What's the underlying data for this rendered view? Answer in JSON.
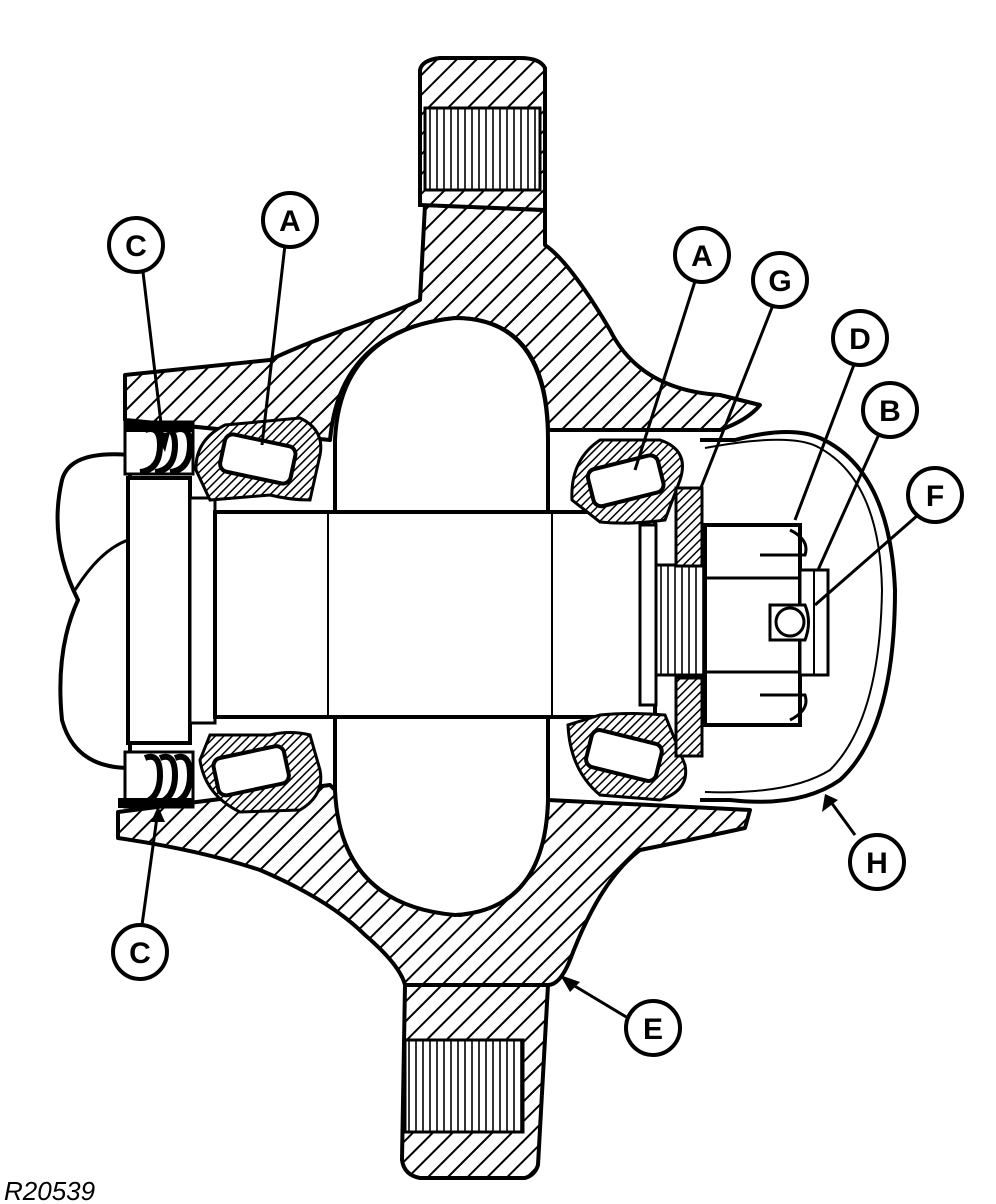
{
  "figure_id": "R20539",
  "callouts": {
    "a_left": "A",
    "a_right": "A",
    "b": "B",
    "c_top": "C",
    "c_bottom": "C",
    "d": "D",
    "e": "E",
    "f": "F",
    "g": "G",
    "h": "H"
  },
  "colors": {
    "ink": "#000000",
    "paper": "#ffffff"
  }
}
